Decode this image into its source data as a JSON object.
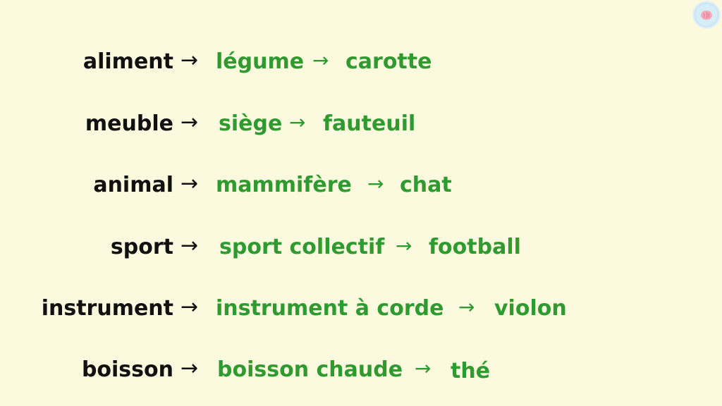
{
  "rows": [
    {
      "general": "aliment",
      "middle": "légume",
      "specific": "carotte"
    },
    {
      "general": "meuble",
      "middle": "siège",
      "specific": "fauteuil"
    },
    {
      "general": "animal",
      "middle": "mammifère",
      "specific": "chat"
    },
    {
      "general": "sport",
      "middle": "sport collectif",
      "specific": "football"
    },
    {
      "general": "instrument",
      "middle": "instrument à corde",
      "specific": "violon"
    },
    {
      "general": "boisson",
      "middle": "boisson chaude",
      "specific": "thé"
    }
  ],
  "arrow_symbol": "→",
  "colors": {
    "background": "#fbf9de",
    "general_text": "#111111",
    "term_text": "#2f9a2f",
    "logo_bg": "#cde8f4"
  },
  "icons": {
    "logo": "brain-logo-icon"
  }
}
